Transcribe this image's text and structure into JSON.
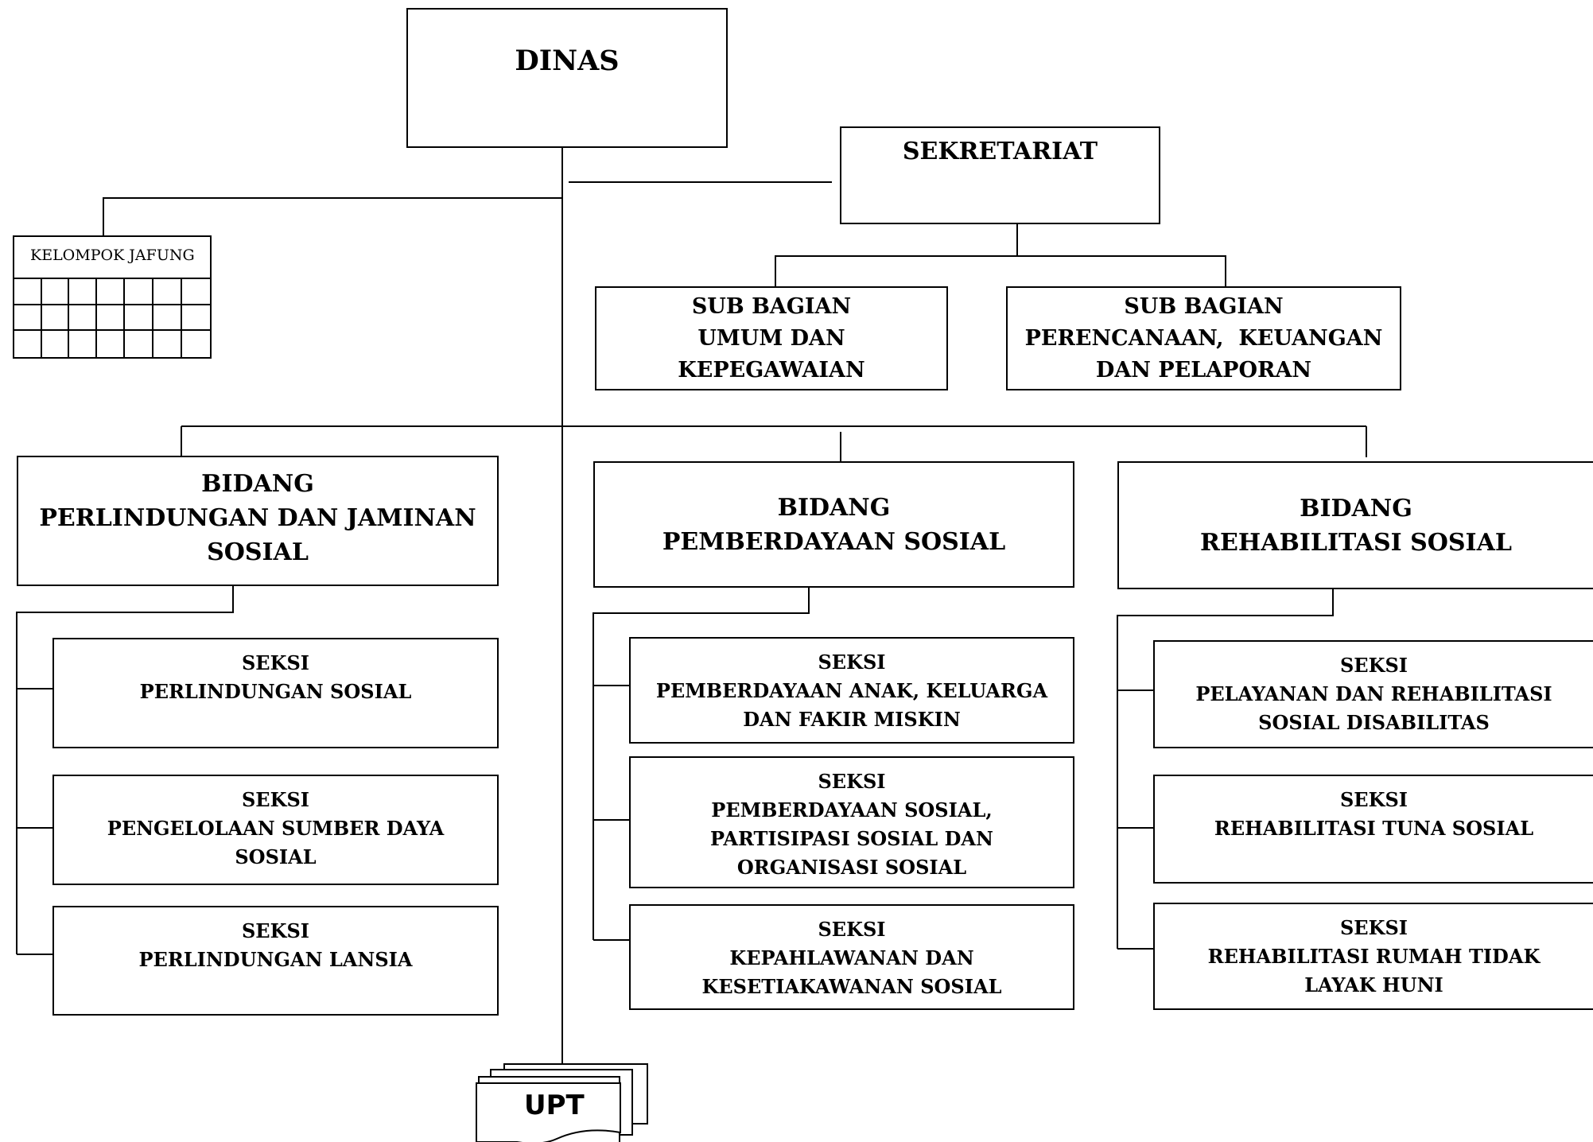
{
  "dinas": {
    "label": "DINAS"
  },
  "sekretariat": {
    "label": "SEKRETARIAT"
  },
  "kelompok_jafung": {
    "label": "KELOMPOK JAFUNG"
  },
  "sub_bagian": [
    {
      "lines": [
        "SUB BAGIAN",
        "UMUM DAN",
        "KEPEGAWAIAN"
      ]
    },
    {
      "lines": [
        "SUB BAGIAN",
        "PERENCANAAN,  KEUANGAN",
        "DAN PELAPORAN"
      ]
    }
  ],
  "bidang": [
    {
      "lines": [
        "BIDANG",
        "PERLINDUNGAN DAN JAMINAN",
        "SOSIAL"
      ],
      "seksi": [
        {
          "lines": [
            "SEKSI",
            "PERLINDUNGAN SOSIAL"
          ]
        },
        {
          "lines": [
            "SEKSI",
            "PENGELOLAAN SUMBER DAYA",
            "SOSIAL"
          ]
        },
        {
          "lines": [
            "SEKSI",
            "PERLINDUNGAN LANSIA"
          ]
        }
      ]
    },
    {
      "lines": [
        "BIDANG",
        "PEMBERDAYAAN SOSIAL"
      ],
      "seksi": [
        {
          "lines": [
            "SEKSI",
            "PEMBERDAYAAN ANAK, KELUARGA",
            "DAN FAKIR MISKIN"
          ]
        },
        {
          "lines": [
            "SEKSI",
            "PEMBERDAYAAN SOSIAL,",
            "PARTISIPASI SOSIAL DAN",
            "ORGANISASI SOSIAL"
          ]
        },
        {
          "lines": [
            "SEKSI",
            "KEPAHLAWANAN DAN",
            "KESETIAKAWANAN SOSIAL"
          ]
        }
      ]
    },
    {
      "lines": [
        "BIDANG",
        "REHABILITASI SOSIAL"
      ],
      "seksi": [
        {
          "lines": [
            "SEKSI",
            "PELAYANAN DAN REHABILITASI",
            "SOSIAL DISABILITAS"
          ]
        },
        {
          "lines": [
            "SEKSI",
            "REHABILITASI TUNA SOSIAL"
          ]
        },
        {
          "lines": [
            "SEKSI",
            "REHABILITASI RUMAH TIDAK",
            "LAYAK HUNI"
          ]
        }
      ]
    }
  ],
  "upt": {
    "label": "UPT"
  }
}
